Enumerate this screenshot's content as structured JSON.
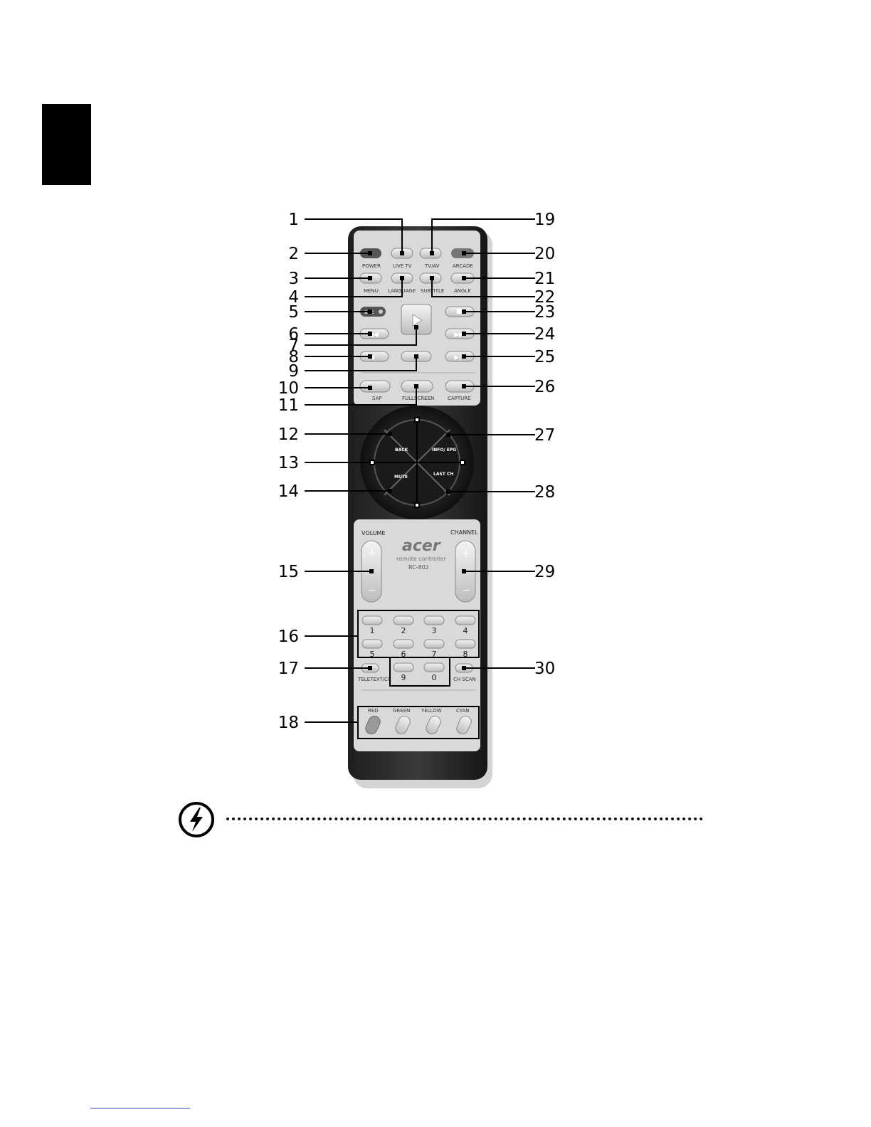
{
  "remote": {
    "brand": "acer",
    "model_line1": "remote controller",
    "model_line2": "RC-802",
    "buttons": {
      "power": "POWER",
      "live_tv": "LIVE TV",
      "tv_av": "TV/AV",
      "arcade": "ARCADE",
      "menu": "MENU",
      "language": "LANGUAGE",
      "subtitle": "SUBTITLE",
      "angle": "ANGLE",
      "rec": "REC",
      "sap": "SAP",
      "fullscreen": "FULLSCREEN",
      "capture": "CAPTURE",
      "back": "BACK",
      "info_epg": "INFO/ EPG",
      "mute": "MUTE",
      "last_ch": "LAST CH",
      "volume": "VOLUME",
      "channel": "CHANNEL",
      "plus": "+",
      "minus": "−",
      "teletext": "TELETEXT/CC",
      "ch_scan": "CH SCAN",
      "red": "RED",
      "green": "GREEN",
      "yellow": "YELLOW",
      "cyan": "CYAN"
    },
    "numpad": [
      "1",
      "2",
      "3",
      "4",
      "5",
      "6",
      "7",
      "8",
      "9",
      "0"
    ]
  },
  "callouts": {
    "left": [
      "1",
      "2",
      "3",
      "4",
      "5",
      "6",
      "7",
      "8",
      "9",
      "10",
      "11",
      "12",
      "13",
      "14",
      "15",
      "16",
      "17",
      "18"
    ],
    "right": [
      "19",
      "20",
      "21",
      "22",
      "23",
      "24",
      "25",
      "26",
      "27",
      "28",
      "29",
      "30"
    ]
  },
  "icons": {
    "warning": "lightning-warning-icon"
  }
}
